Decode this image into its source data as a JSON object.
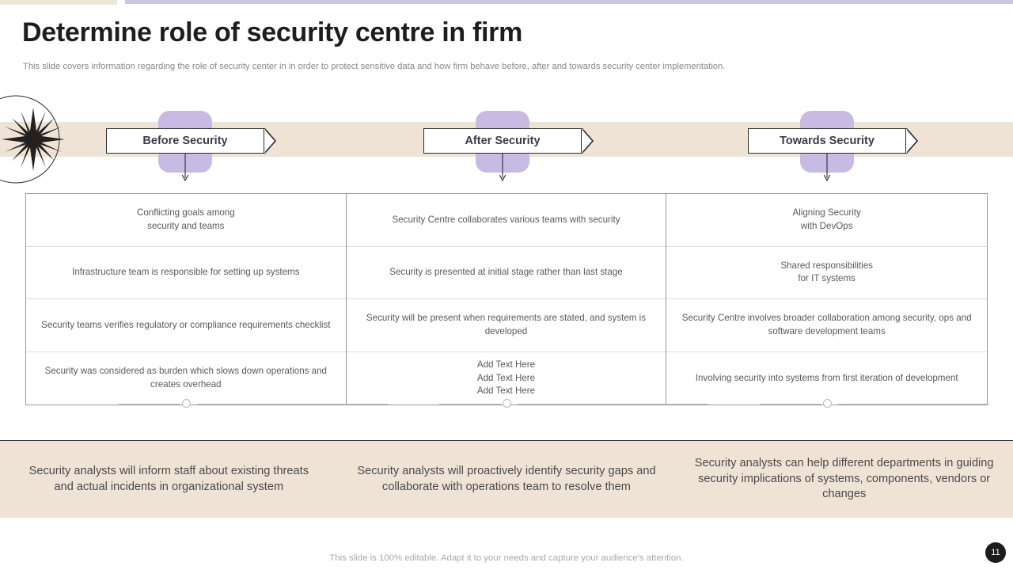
{
  "theme": {
    "accent_beige": "#efe3d6",
    "accent_purple": "#c7bbe3",
    "topbar_beige": "#ece6d9",
    "topbar_purple": "#cdc6dd",
    "ink": "#1d1d1d",
    "body_text": "#595959"
  },
  "header": {
    "title": "Determine role of security centre in firm",
    "subtitle": "This slide covers information regarding the role of security center in in order to protect sensitive data and how firm behave before, after and towards security center implementation."
  },
  "phases": [
    {
      "label": "Before Security"
    },
    {
      "label": "After Security"
    },
    {
      "label": "Towards Security"
    }
  ],
  "matrix": {
    "columns": [
      {
        "phase": "Before Security",
        "cells": [
          "Conflicting goals among\nsecurity and teams",
          "Infrastructure team is responsible for setting up systems",
          "Security teams verifies regulatory or compliance requirements checklist",
          "Security was considered as burden which slows down operations and creates overhead"
        ]
      },
      {
        "phase": "After Security",
        "cells": [
          "Security Centre collaborates various teams with security",
          "Security is presented at initial stage rather than last stage",
          "Security will be present when requirements are stated, and system is developed",
          "Add Text Here\nAdd Text Here\nAdd Text Here"
        ]
      },
      {
        "phase": "Towards Security",
        "cells": [
          "Aligning Security\nwith DevOps",
          "Shared responsibilities\nfor IT systems",
          "Security Centre involves broader collaboration among security, ops and software development teams",
          "Involving security into systems from first iteration of development"
        ]
      }
    ]
  },
  "summary": {
    "items": [
      "Security analysts will inform staff about existing threats and actual incidents in organizational system",
      "Security analysts will proactively identify security gaps and collaborate with operations team to resolve them",
      "Security analysts can help different departments in guiding security implications of systems, components, vendors or changes"
    ]
  },
  "footer": {
    "note": "This slide is 100% editable. Adapt it to your needs and capture your audience's attention.",
    "page_number": "11"
  }
}
